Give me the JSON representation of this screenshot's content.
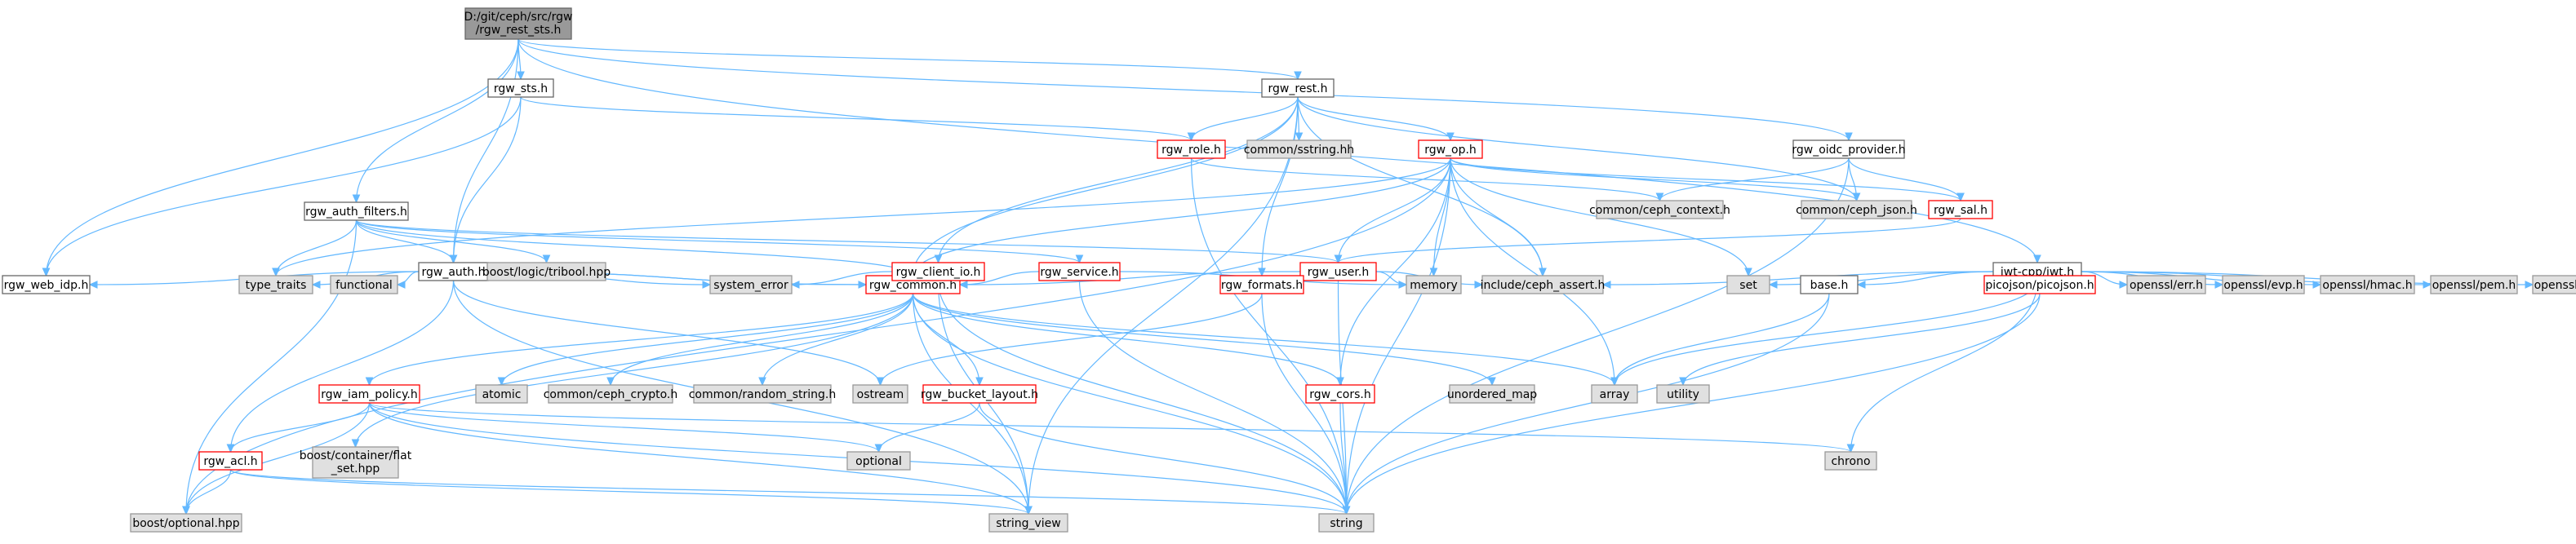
{
  "colors": {
    "edge": "#63b8ff",
    "root_fill": "#999999",
    "internal_fill": "#ffffff",
    "internal_border": "#666666",
    "incomplete_border": "#ff0000",
    "system_fill": "#e0e0e0",
    "system_border": "#999999"
  },
  "nodes": [
    {
      "id": "root",
      "label": "D:/git/ceph/src/rgw\n/rgw_rest_sts.h",
      "type": "root"
    },
    {
      "id": "rgw_web_idp",
      "label": "rgw_web_idp.h",
      "type": "internal"
    },
    {
      "id": "rgw_auth_filters",
      "label": "rgw_auth_filters.h",
      "type": "internal"
    },
    {
      "id": "rgw_auth",
      "label": "rgw_auth.h",
      "type": "internal"
    },
    {
      "id": "rgw_sts",
      "label": "rgw_sts.h",
      "type": "internal"
    },
    {
      "id": "rgw_rest",
      "label": "rgw_rest.h",
      "type": "internal"
    },
    {
      "id": "jwt",
      "label": "jwt-cpp/jwt.h",
      "type": "internal"
    },
    {
      "id": "rgw_oidc_provider",
      "label": "rgw_oidc_provider.h",
      "type": "internal"
    },
    {
      "id": "base",
      "label": "base.h",
      "type": "internal"
    },
    {
      "id": "rgw_common",
      "label": "rgw_common.h",
      "type": "incomplete"
    },
    {
      "id": "rgw_iam_policy",
      "label": "rgw_iam_policy.h",
      "type": "incomplete"
    },
    {
      "id": "rgw_acl",
      "label": "rgw_acl.h",
      "type": "incomplete"
    },
    {
      "id": "rgw_bucket_layout",
      "label": "rgw_bucket_layout.h",
      "type": "incomplete"
    },
    {
      "id": "rgw_client_io",
      "label": "rgw_client_io.h",
      "type": "incomplete"
    },
    {
      "id": "rgw_service",
      "label": "rgw_service.h",
      "type": "incomplete"
    },
    {
      "id": "rgw_role",
      "label": "rgw_role.h",
      "type": "incomplete"
    },
    {
      "id": "rgw_op",
      "label": "rgw_op.h",
      "type": "incomplete"
    },
    {
      "id": "rgw_user",
      "label": "rgw_user.h",
      "type": "incomplete"
    },
    {
      "id": "rgw_formats",
      "label": "rgw_formats.h",
      "type": "incomplete"
    },
    {
      "id": "rgw_cors",
      "label": "rgw_cors.h",
      "type": "incomplete"
    },
    {
      "id": "rgw_sal",
      "label": "rgw_sal.h",
      "type": "incomplete"
    },
    {
      "id": "picojson",
      "label": "picojson/picojson.h",
      "type": "incomplete"
    },
    {
      "id": "boost_tribool",
      "label": "boost/logic/tribool.hpp",
      "type": "system"
    },
    {
      "id": "type_traits",
      "label": "type_traits",
      "type": "system"
    },
    {
      "id": "functional",
      "label": "functional",
      "type": "system"
    },
    {
      "id": "system_error",
      "label": "system_error",
      "type": "system"
    },
    {
      "id": "atomic",
      "label": "atomic",
      "type": "system"
    },
    {
      "id": "ceph_crypto",
      "label": "common/ceph_crypto.h",
      "type": "system"
    },
    {
      "id": "random_string",
      "label": "common/random_string.h",
      "type": "system"
    },
    {
      "id": "ostream",
      "label": "ostream",
      "type": "system"
    },
    {
      "id": "flat_set",
      "label": "boost/container/flat\n_set.hpp",
      "type": "system"
    },
    {
      "id": "optional",
      "label": "optional",
      "type": "system"
    },
    {
      "id": "boost_optional",
      "label": "boost/optional.hpp",
      "type": "system"
    },
    {
      "id": "string_view",
      "label": "string_view",
      "type": "system"
    },
    {
      "id": "string",
      "label": "string",
      "type": "system"
    },
    {
      "id": "sstring",
      "label": "common/sstring.hh",
      "type": "system"
    },
    {
      "id": "ceph_context",
      "label": "common/ceph_context.h",
      "type": "system"
    },
    {
      "id": "ceph_json",
      "label": "common/ceph_json.h",
      "type": "system"
    },
    {
      "id": "memory",
      "label": "memory",
      "type": "system"
    },
    {
      "id": "ceph_assert",
      "label": "include/ceph_assert.h",
      "type": "system"
    },
    {
      "id": "unordered_map",
      "label": "unordered_map",
      "type": "system"
    },
    {
      "id": "array",
      "label": "array",
      "type": "system"
    },
    {
      "id": "utility",
      "label": "utility",
      "type": "system"
    },
    {
      "id": "set",
      "label": "set",
      "type": "system"
    },
    {
      "id": "chrono",
      "label": "chrono",
      "type": "system"
    },
    {
      "id": "openssl_err",
      "label": "openssl/err.h",
      "type": "system"
    },
    {
      "id": "openssl_evp",
      "label": "openssl/evp.h",
      "type": "system"
    },
    {
      "id": "openssl_hmac",
      "label": "openssl/hmac.h",
      "type": "system"
    },
    {
      "id": "openssl_pem",
      "label": "openssl/pem.h",
      "type": "system"
    },
    {
      "id": "openssl_ec",
      "label": "openssl/ec.h",
      "type": "system"
    }
  ],
  "edges": [
    [
      "root",
      "rgw_web_idp"
    ],
    [
      "root",
      "rgw_auth_filters"
    ],
    [
      "root",
      "rgw_auth"
    ],
    [
      "root",
      "rgw_sts"
    ],
    [
      "root",
      "rgw_rest"
    ],
    [
      "root",
      "jwt"
    ],
    [
      "root",
      "rgw_oidc_provider"
    ],
    [
      "rgw_sts",
      "rgw_web_idp"
    ],
    [
      "rgw_sts",
      "rgw_auth"
    ],
    [
      "rgw_sts",
      "rgw_role"
    ],
    [
      "rgw_auth_filters",
      "rgw_auth"
    ],
    [
      "rgw_auth_filters",
      "boost_tribool"
    ],
    [
      "rgw_auth_filters",
      "type_traits"
    ],
    [
      "rgw_auth_filters",
      "boost_optional"
    ],
    [
      "rgw_auth_filters",
      "rgw_service"
    ],
    [
      "rgw_auth_filters",
      "rgw_user"
    ],
    [
      "rgw_auth_filters",
      "rgw_common"
    ],
    [
      "rgw_auth",
      "rgw_web_idp"
    ],
    [
      "rgw_auth",
      "type_traits"
    ],
    [
      "rgw_auth",
      "functional"
    ],
    [
      "rgw_auth",
      "system_error"
    ],
    [
      "rgw_auth",
      "rgw_common"
    ],
    [
      "rgw_auth",
      "string_view"
    ],
    [
      "rgw_auth",
      "rgw_acl"
    ],
    [
      "rgw_auth",
      "ostream"
    ],
    [
      "rgw_common",
      "rgw_auth"
    ],
    [
      "rgw_common",
      "atomic"
    ],
    [
      "rgw_common",
      "ceph_crypto"
    ],
    [
      "rgw_common",
      "random_string"
    ],
    [
      "rgw_common",
      "rgw_iam_policy"
    ],
    [
      "rgw_common",
      "rgw_bucket_layout"
    ],
    [
      "rgw_common",
      "rgw_cors"
    ],
    [
      "rgw_common",
      "unordered_map"
    ],
    [
      "rgw_common",
      "array"
    ],
    [
      "rgw_common",
      "string_view"
    ],
    [
      "rgw_common",
      "flat_set"
    ],
    [
      "rgw_common",
      "string"
    ],
    [
      "rgw_iam_policy",
      "rgw_acl"
    ],
    [
      "rgw_iam_policy",
      "optional"
    ],
    [
      "rgw_iam_policy",
      "boost_optional"
    ],
    [
      "rgw_iam_policy",
      "string_view"
    ],
    [
      "rgw_iam_policy",
      "string"
    ],
    [
      "rgw_iam_policy",
      "chrono"
    ],
    [
      "rgw_acl",
      "boost_optional"
    ],
    [
      "rgw_acl",
      "string_view"
    ],
    [
      "rgw_acl",
      "string"
    ],
    [
      "rgw_bucket_layout",
      "optional"
    ],
    [
      "rgw_bucket_layout",
      "string"
    ],
    [
      "rgw_cors",
      "string"
    ],
    [
      "rgw_rest",
      "rgw_client_io"
    ],
    [
      "rgw_rest",
      "rgw_role"
    ],
    [
      "rgw_rest",
      "sstring"
    ],
    [
      "rgw_rest",
      "rgw_op"
    ],
    [
      "rgw_rest",
      "rgw_formats"
    ],
    [
      "rgw_rest",
      "ceph_json"
    ],
    [
      "rgw_rest",
      "ceph_assert"
    ],
    [
      "rgw_rest",
      "string_view"
    ],
    [
      "rgw_rest",
      "rgw_common"
    ],
    [
      "rgw_client_io",
      "system_error"
    ],
    [
      "rgw_client_io",
      "rgw_common"
    ],
    [
      "rgw_client_io",
      "string_view"
    ],
    [
      "rgw_client_io",
      "string"
    ],
    [
      "rgw_service",
      "rgw_common"
    ],
    [
      "rgw_service",
      "memory"
    ],
    [
      "rgw_service",
      "string"
    ],
    [
      "rgw_role",
      "ceph_context"
    ],
    [
      "rgw_role",
      "string"
    ],
    [
      "rgw_op",
      "rgw_user"
    ],
    [
      "rgw_op",
      "rgw_common"
    ],
    [
      "rgw_op",
      "memory"
    ],
    [
      "rgw_op",
      "ceph_json"
    ],
    [
      "rgw_op",
      "rgw_sal"
    ],
    [
      "rgw_op",
      "ceph_assert"
    ],
    [
      "rgw_op",
      "set"
    ],
    [
      "rgw_op",
      "array"
    ],
    [
      "rgw_op",
      "string"
    ],
    [
      "rgw_op",
      "rgw_cors"
    ],
    [
      "rgw_op",
      "boost_optional"
    ],
    [
      "rgw_op",
      "type_traits"
    ],
    [
      "rgw_user",
      "rgw_formats"
    ],
    [
      "rgw_user",
      "rgw_common"
    ],
    [
      "rgw_user",
      "memory"
    ],
    [
      "rgw_user",
      "ceph_assert"
    ],
    [
      "rgw_user",
      "string"
    ],
    [
      "rgw_formats",
      "ostream"
    ],
    [
      "rgw_formats",
      "string"
    ],
    [
      "rgw_oidc_provider",
      "ceph_context"
    ],
    [
      "rgw_oidc_provider",
      "ceph_json"
    ],
    [
      "rgw_oidc_provider",
      "rgw_sal"
    ],
    [
      "rgw_oidc_provider",
      "string"
    ],
    [
      "rgw_sal",
      "rgw_user"
    ],
    [
      "jwt",
      "ceph_assert"
    ],
    [
      "jwt",
      "set"
    ],
    [
      "jwt",
      "base"
    ],
    [
      "jwt",
      "picojson"
    ],
    [
      "jwt",
      "array"
    ],
    [
      "jwt",
      "chrono"
    ],
    [
      "jwt",
      "openssl_err"
    ],
    [
      "jwt",
      "openssl_evp"
    ],
    [
      "jwt",
      "openssl_hmac"
    ],
    [
      "jwt",
      "openssl_pem"
    ],
    [
      "jwt",
      "openssl_ec"
    ],
    [
      "base",
      "array"
    ],
    [
      "base",
      "string"
    ],
    [
      "picojson",
      "utility"
    ],
    [
      "picojson",
      "string"
    ]
  ]
}
